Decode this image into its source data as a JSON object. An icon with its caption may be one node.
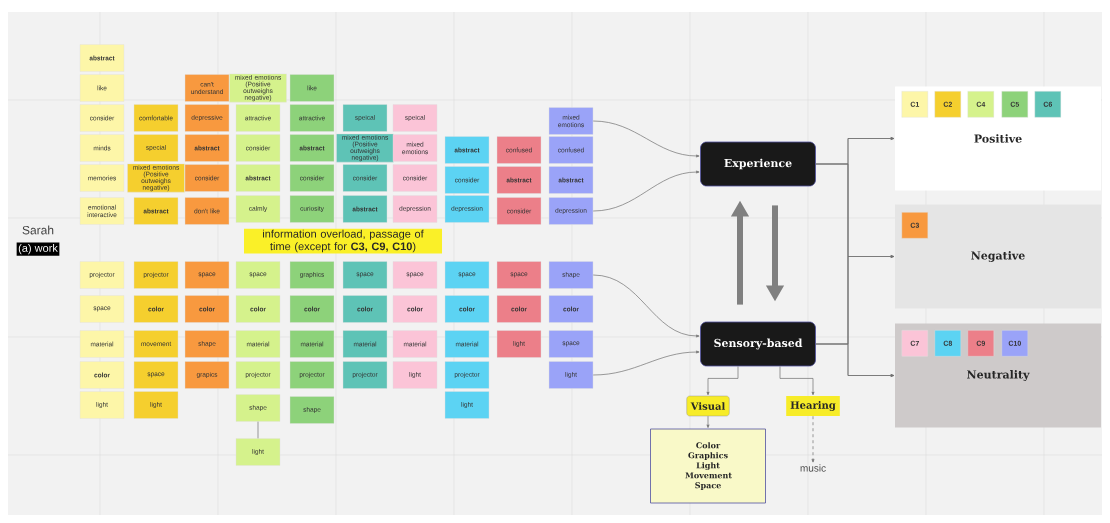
{
  "diagram": {
    "nodes": [
      {
        "text": [
          "abstract"
        ]
      },
      {
        "text": [
          "like"
        ]
      },
      {
        "text": [
          "consider"
        ]
      },
      {
        "text": [
          "minds"
        ]
      },
      {
        "text": [
          "memories"
        ]
      },
      {
        "text": [
          "emotional interactive"
        ]
      },
      {
        "text": [
          "comfortable"
        ]
      },
      {
        "text": [
          "special"
        ]
      },
      {
        "text": [
          "mixed emotions (Positive outweighs negative)"
        ]
      },
      {
        "text": [
          "abstract"
        ]
      },
      {
        "text": [
          "can't understand"
        ]
      },
      {
        "text": [
          "depressive"
        ]
      },
      {
        "text": [
          "abstract"
        ]
      },
      {
        "text": [
          "consider"
        ]
      },
      {
        "text": [
          "don't like"
        ]
      },
      {
        "text": [
          "mixed emotions (Positive outweighs negative)"
        ]
      },
      {
        "text": [
          "attractive"
        ]
      },
      {
        "text": [
          "consider"
        ]
      },
      {
        "text": [
          "abstract"
        ]
      },
      {
        "text": [
          "calmly"
        ]
      },
      {
        "text": [
          "like"
        ]
      },
      {
        "text": [
          "attractive"
        ]
      },
      {
        "text": [
          "abstract"
        ]
      },
      {
        "text": [
          "consider"
        ]
      },
      {
        "text": [
          "curiosity"
        ]
      },
      {
        "text": [
          "speical"
        ]
      },
      {
        "text": [
          "mixed emotions (Positive outweighs negative)"
        ]
      },
      {
        "text": [
          "consider"
        ]
      },
      {
        "text": [
          "abstract"
        ]
      },
      {
        "text": [
          "speical"
        ]
      },
      {
        "text": [
          "mixed emotions"
        ]
      },
      {
        "text": [
          "consider"
        ]
      },
      {
        "text": [
          "depression"
        ]
      },
      {
        "text": [
          "abstract"
        ]
      },
      {
        "text": [
          "consider"
        ]
      },
      {
        "text": [
          "depression"
        ]
      },
      {
        "text": [
          "confused"
        ]
      },
      {
        "text": [
          "abstract"
        ]
      },
      {
        "text": [
          "consider"
        ]
      },
      {
        "text": [
          "mixed emotions"
        ]
      },
      {
        "text": [
          "confused"
        ]
      },
      {
        "text": [
          "abstract"
        ]
      },
      {
        "text": [
          "depression"
        ]
      },
      {
        "text": [
          "projector"
        ]
      },
      {
        "text": [
          "space"
        ]
      },
      {
        "text": [
          "material"
        ]
      },
      {
        "text": [
          "color"
        ]
      },
      {
        "text": [
          "light"
        ]
      },
      {
        "text": [
          "projector"
        ]
      },
      {
        "text": [
          "color"
        ]
      },
      {
        "text": [
          "movement"
        ]
      },
      {
        "text": [
          "space"
        ]
      },
      {
        "text": [
          "light"
        ]
      },
      {
        "text": [
          "space"
        ]
      },
      {
        "text": [
          "color"
        ]
      },
      {
        "text": [
          "shape"
        ]
      },
      {
        "text": [
          "grapics"
        ]
      },
      {
        "text": [
          "space"
        ]
      },
      {
        "text": [
          "color"
        ]
      },
      {
        "text": [
          "material"
        ]
      },
      {
        "text": [
          "projector"
        ]
      },
      {
        "text": [
          "shape"
        ]
      },
      {
        "text": [
          "light"
        ]
      },
      {
        "text": [
          "graphics"
        ]
      },
      {
        "text": [
          "color"
        ]
      },
      {
        "text": [
          "material"
        ]
      },
      {
        "text": [
          "projector"
        ]
      },
      {
        "text": [
          "shape"
        ]
      },
      {
        "text": [
          "space"
        ]
      },
      {
        "text": [
          "color"
        ]
      },
      {
        "text": [
          "material"
        ]
      },
      {
        "text": [
          "projector"
        ]
      },
      {
        "text": [
          "space"
        ]
      },
      {
        "text": [
          "color"
        ]
      },
      {
        "text": [
          "material"
        ]
      },
      {
        "text": [
          "light"
        ]
      },
      {
        "text": [
          "space"
        ]
      },
      {
        "text": [
          "color"
        ]
      },
      {
        "text": [
          "material"
        ]
      },
      {
        "text": [
          "projector"
        ]
      },
      {
        "text": [
          "light"
        ]
      },
      {
        "text": [
          "space"
        ]
      },
      {
        "text": [
          "color"
        ]
      },
      {
        "text": [
          "light"
        ]
      },
      {
        "text": [
          "shape"
        ]
      },
      {
        "text": [
          "color"
        ]
      },
      {
        "text": [
          "space"
        ]
      },
      {
        "text": [
          "light"
        ]
      },
      {
        "text": [
          "Experience"
        ]
      },
      {
        "text": [
          "Sensory-based"
        ]
      },
      {
        "text": [
          "Visual"
        ]
      },
      {
        "text": [
          "Hearing"
        ]
      },
      {
        "text": [
          "Color Graphics Light Movement Space"
        ]
      },
      {
        "text": [
          "music"
        ]
      },
      {
        "text": [
          "Positive"
        ]
      },
      {
        "text": [
          "C1"
        ],
        "in": 94
      },
      {
        "text": [
          "C2"
        ],
        "in": 94
      },
      {
        "text": [
          "C4"
        ],
        "in": 94
      },
      {
        "text": [
          "C5"
        ],
        "in": 94
      },
      {
        "text": [
          "C6"
        ],
        "in": 94
      },
      {
        "text": [
          "Negative"
        ]
      },
      {
        "text": [
          "C3"
        ],
        "in": 100
      },
      {
        "text": [
          "Neutrality"
        ]
      },
      {
        "text": [
          "C7"
        ],
        "in": 102
      },
      {
        "text": [
          "C8"
        ],
        "in": 102
      },
      {
        "text": [
          "C9"
        ],
        "in": 102
      },
      {
        "text": [
          "C10"
        ],
        "in": 102
      }
    ],
    "edges": [
      {
        "from": 39,
        "to": 88,
        "arrow": "to"
      },
      {
        "from": 42,
        "to": 88,
        "arrow": "to"
      },
      {
        "from": 84,
        "to": 89,
        "arrow": "to"
      },
      {
        "from": 87,
        "to": 89,
        "arrow": "to"
      },
      {
        "from": 89,
        "to": 88,
        "arrow": "to",
        "style": "thick"
      },
      {
        "from": 88,
        "to": 89,
        "arrow": "to",
        "style": "thick"
      },
      {
        "from": 88,
        "to": 94,
        "arrow": "to"
      },
      {
        "from": 88,
        "to": 100,
        "arrow": "to"
      },
      {
        "from": 88,
        "to": 102,
        "arrow": "to"
      },
      {
        "from": 89,
        "to": 94,
        "arrow": "to"
      },
      {
        "from": 89,
        "to": 100,
        "arrow": "to"
      },
      {
        "from": 89,
        "to": 102,
        "arrow": "to"
      },
      {
        "from": 89,
        "to": 90,
        "arrow": "to"
      },
      {
        "from": 89,
        "to": 91,
        "arrow": "to"
      },
      {
        "from": 90,
        "to": 92,
        "arrow": "to"
      },
      {
        "from": 91,
        "to": 93,
        "arrow": "to",
        "style": "dashed"
      },
      {
        "from": 61,
        "to": 62,
        "arrow": "none"
      }
    ],
    "labels": [
      "Sarah",
      "(a) work",
      "information overload, passage of time (except for **C3, C9, C10**)"
    ]
  }
}
